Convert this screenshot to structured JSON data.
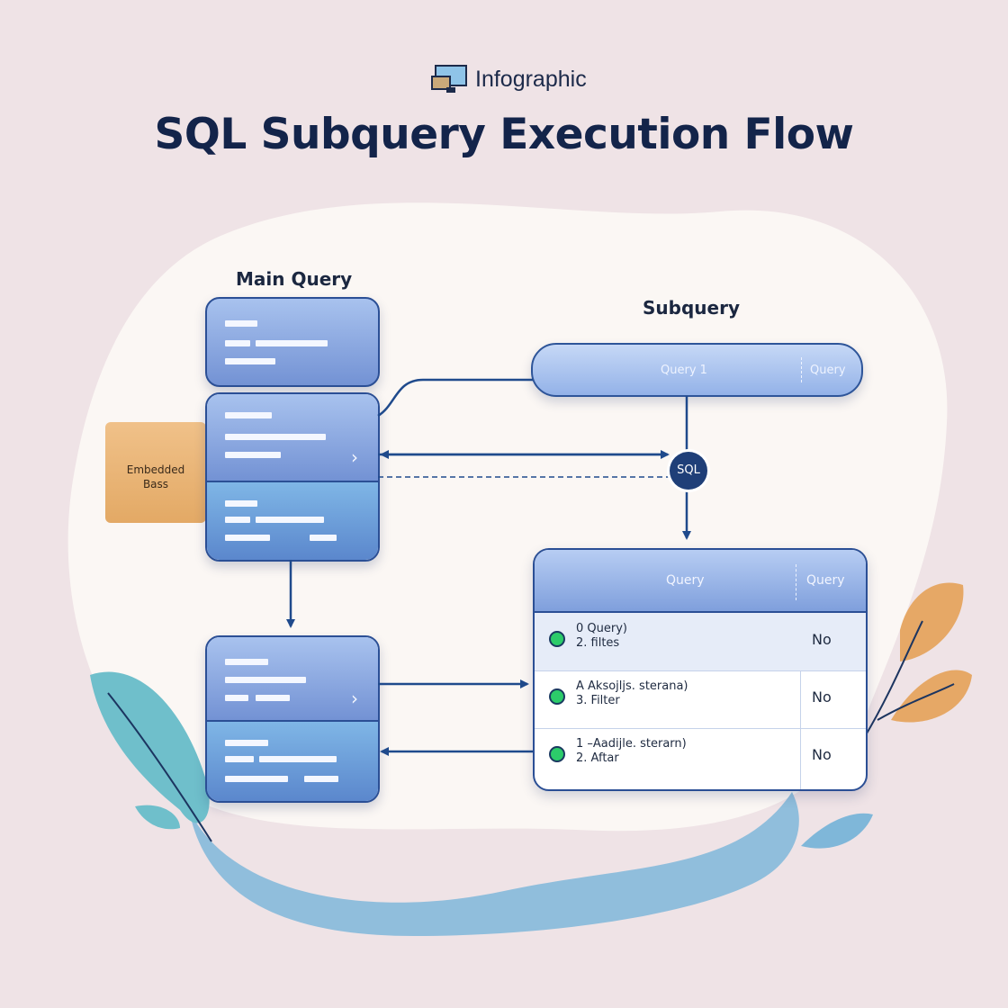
{
  "brand": {
    "label": "Infographic",
    "icon": "monitor-icon"
  },
  "title": "SQL Subquery Execution Flow",
  "main_query": {
    "label": "Main Query"
  },
  "subquery": {
    "label": "Subquery",
    "pill_left": "Query 1",
    "pill_right": "Query"
  },
  "embedded": {
    "line1": "Embedded",
    "line2": "Bass"
  },
  "sql_badge": "SQL",
  "results": {
    "header_left": "Query",
    "header_right": "Query",
    "rows": [
      {
        "line1": "0 Query)",
        "line2": "2. filtes",
        "value": "No"
      },
      {
        "line1": "A Aksojljs. sterana)",
        "line2": "3. Filter",
        "value": "No"
      },
      {
        "line1": "1 –Aadijle. sterarn)",
        "line2": "2. Aftar",
        "value": "No"
      }
    ]
  },
  "colors": {
    "background": "#efe3e6",
    "blob": "#fbf7f4",
    "navy": "#13244a",
    "card_blue": "#7392d4",
    "card_border": "#2b4f95",
    "arrow": "#1f4a8c",
    "embedded": "#e8b476",
    "status_dot": "#2ccc6a",
    "leaf_teal": "#77c4cf",
    "leaf_orange": "#e6a866"
  }
}
